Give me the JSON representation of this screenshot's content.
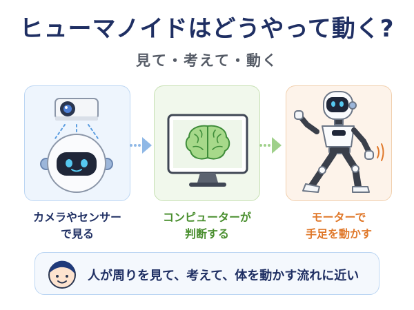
{
  "title": "ヒューマノイドはどうやって動く?",
  "subtitle": "見て・考えて・動く",
  "steps": [
    {
      "line1": "カメラやセンサー",
      "line2": "で見る",
      "color": "#1f2f63",
      "icon": "camera-and-robot-head-icon"
    },
    {
      "line1": "コンピューターが",
      "line2": "判断する",
      "color": "#4a8f2f",
      "icon": "monitor-brain-icon"
    },
    {
      "line1": "モーターで",
      "line2": "手足を動かす",
      "color": "#e0782a",
      "icon": "walking-robot-icon"
    }
  ],
  "arrow_colors": [
    "#8fb8e6",
    "#9fd08a"
  ],
  "banner": {
    "text": "人が周りを見て、考えて、体を動かす流れに近い",
    "icon": "child-face-icon"
  }
}
